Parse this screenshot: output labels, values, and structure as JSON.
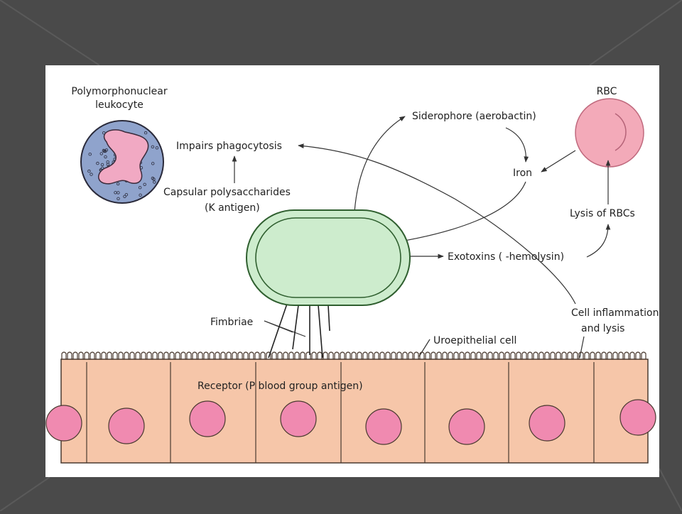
{
  "labels": {
    "pmn": [
      "Polymorphonuclear",
      "leukocyte"
    ],
    "rbc": "RBC",
    "impairs": "Impairs phagocytosis",
    "capsular": [
      "Capsular polysaccharides",
      "(K antigen)"
    ],
    "siderophore": "Siderophore (aerobactin)",
    "iron": "Iron",
    "lysis_rbc": "Lysis of RBCs",
    "exotoxins": "Exotoxins ( -hemolysin)",
    "fimbriae": "Fimbriae",
    "inflammation": [
      "Cell inflammation",
      "and lysis"
    ],
    "uroepithelial": "Uroepithelial cell",
    "receptor": "Receptor (P blood group antigen)"
  },
  "colors": {
    "slide_bg": "#4a4a4a",
    "panel_bg": "#ffffff",
    "bacterium_fill": "#cdeccd",
    "bacterium_stroke": "#2f5f2f",
    "pmn_fill": "#8fa3cc",
    "pmn_nucleus": "#f1a9c3",
    "rbc_fill": "#f3aab9",
    "epithelium_fill": "#f6c6a9",
    "epithelium_nucleus": "#f08ab0",
    "line": "#333333"
  }
}
